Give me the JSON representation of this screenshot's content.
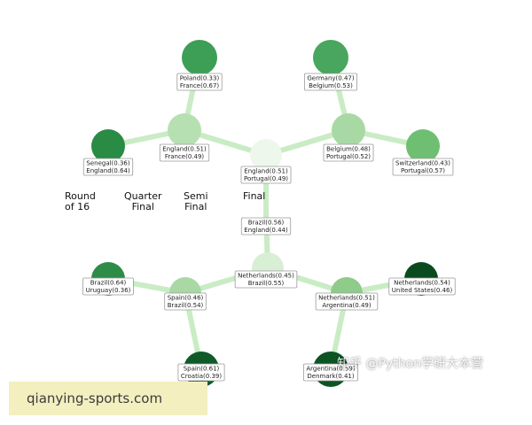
{
  "stages": [
    "Round\nof 16",
    "Quarter\nFinal",
    "Semi\nFinal",
    "Final"
  ],
  "nodes": [
    {
      "id": "r16_1",
      "stage": "Round of 16",
      "color": "#3d9e56",
      "lines": [
        "Poland(0.33)",
        "France(0.67)"
      ]
    },
    {
      "id": "r16_2",
      "stage": "Round of 16",
      "color": "#48a65e",
      "lines": [
        "Germany(0.47)",
        "Belgium(0.53)"
      ]
    },
    {
      "id": "r16_3",
      "stage": "Round of 16",
      "color": "#2a8b45",
      "lines": [
        "Senegal(0.36)",
        "England(0.64)"
      ]
    },
    {
      "id": "r16_4",
      "stage": "Round of 16",
      "color": "#6fbf72",
      "lines": [
        "Switzerland(0.43)",
        "Portugal(0.57)"
      ]
    },
    {
      "id": "r16_5",
      "stage": "Round of 16",
      "color": "#2d8c48",
      "lines": [
        "Brazil(0.64)",
        "Uruguay(0.36)"
      ]
    },
    {
      "id": "r16_6",
      "stage": "Round of 16",
      "color": "#0b4a1f",
      "lines": [
        "Netherlands(0.54)",
        "United States(0.46)"
      ]
    },
    {
      "id": "r16_7",
      "stage": "Round of 16",
      "color": "#0f5a28",
      "lines": [
        "Spain(0.61)",
        "Croatia(0.39)"
      ]
    },
    {
      "id": "r16_8",
      "stage": "Round of 16",
      "color": "#0c5424",
      "lines": [
        "Argentina(0.59)",
        "Denmark(0.41)"
      ]
    },
    {
      "id": "qf_1",
      "stage": "Quarter Final",
      "color": "#b7e0b2",
      "lines": [
        "England(0.51)",
        "France(0.49)"
      ]
    },
    {
      "id": "qf_2",
      "stage": "Quarter Final",
      "color": "#a8d9a4",
      "lines": [
        "Belgium(0.48)",
        "Portugal(0.52)"
      ]
    },
    {
      "id": "qf_3",
      "stage": "Quarter Final",
      "color": "#a9d8a4",
      "lines": [
        "Spain(0.46)",
        "Brazil(0.54)"
      ]
    },
    {
      "id": "qf_4",
      "stage": "Quarter Final",
      "color": "#8fcb8b",
      "lines": [
        "Netherlands(0.51)",
        "Argentina(0.49)"
      ]
    },
    {
      "id": "sf_1",
      "stage": "Semi Final",
      "color": "#eef7ec",
      "lines": [
        "England(0.51)",
        "Portugal(0.49)"
      ]
    },
    {
      "id": "sf_2",
      "stage": "Semi Final",
      "color": "#d9efd5",
      "lines": [
        "Netherlands(0.45)",
        "Brazil(0.55)"
      ]
    },
    {
      "id": "final",
      "stage": "Final",
      "color": "#ffffff",
      "lines": [
        "Brazil(0.56)",
        "England(0.44)"
      ]
    }
  ],
  "edges": [
    [
      "r16_1",
      "qf_1"
    ],
    [
      "r16_3",
      "qf_1"
    ],
    [
      "r16_2",
      "qf_2"
    ],
    [
      "r16_4",
      "qf_2"
    ],
    [
      "r16_5",
      "qf_3"
    ],
    [
      "r16_7",
      "qf_3"
    ],
    [
      "r16_6",
      "qf_4"
    ],
    [
      "r16_8",
      "qf_4"
    ],
    [
      "qf_1",
      "sf_1"
    ],
    [
      "qf_2",
      "sf_1"
    ],
    [
      "qf_3",
      "sf_2"
    ],
    [
      "qf_4",
      "sf_2"
    ],
    [
      "sf_1",
      "final"
    ],
    [
      "sf_2",
      "final"
    ]
  ],
  "edge_color": "#c9ecc4",
  "watermark": "知乎 @Python学研大本营",
  "banner": {
    "text": "qianying-sports.com",
    "color": "#f3efbf"
  }
}
